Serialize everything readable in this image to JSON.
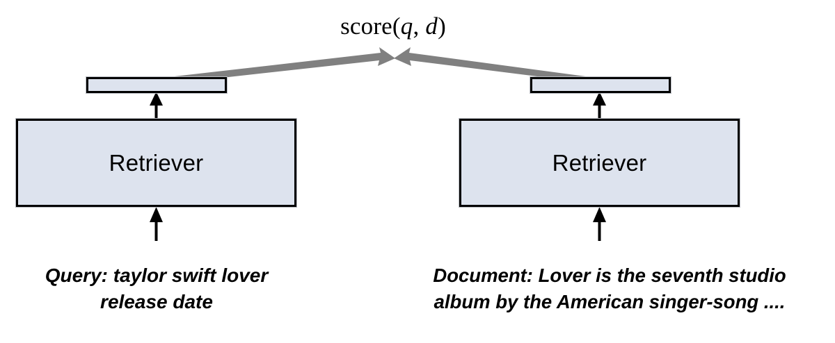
{
  "diagram": {
    "type": "dual-encoder-retrieval-architecture",
    "background_color": "#ffffff",
    "score": {
      "prefix": "score(",
      "var_q": "q",
      "separator": ", ",
      "var_d": "d",
      "suffix": ")",
      "full_text": "score(q, d)"
    },
    "nodes": {
      "embedding_bar_query": {
        "label": "",
        "name": "query-embedding-bar",
        "fill_color": "#dde3ee",
        "border_color": "#000000"
      },
      "embedding_bar_doc": {
        "label": "",
        "name": "document-embedding-bar",
        "fill_color": "#dde3ee",
        "border_color": "#000000"
      },
      "retriever_query": {
        "label": "Retriever",
        "fill_color": "#dde3ee",
        "border_color": "#000000"
      },
      "retriever_doc": {
        "label": "Retriever",
        "fill_color": "#dde3ee",
        "border_color": "#000000"
      }
    },
    "captions": {
      "query": {
        "line1": "Query: taylor swift lover",
        "line2": "release date"
      },
      "document": {
        "line1": "Document: Lover is the seventh studio",
        "line2": "album by the American singer-song ...."
      }
    },
    "arrows": {
      "score_arrow_color": "#808080",
      "flow_arrow_color": "#000000",
      "items": [
        {
          "name": "query-input-arrow",
          "direction": "up",
          "color": "#000000"
        },
        {
          "name": "document-input-arrow",
          "direction": "up",
          "color": "#000000"
        },
        {
          "name": "query-encode-arrow",
          "direction": "up",
          "color": "#000000"
        },
        {
          "name": "document-encode-arrow",
          "direction": "up",
          "color": "#000000"
        },
        {
          "name": "query-score-arrow",
          "direction": "up-right",
          "color": "#808080"
        },
        {
          "name": "document-score-arrow",
          "direction": "up-left",
          "color": "#808080"
        }
      ]
    }
  }
}
